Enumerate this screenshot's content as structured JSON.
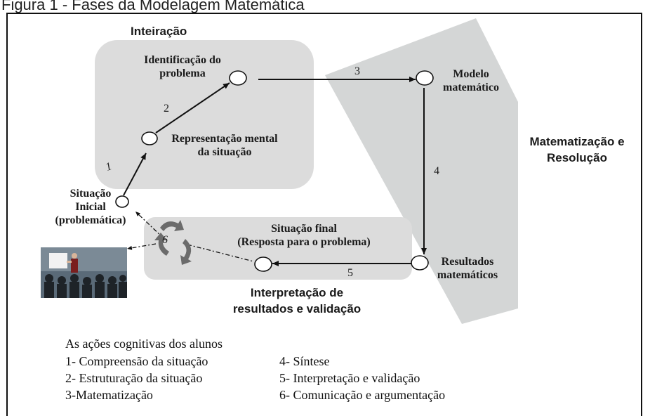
{
  "caption": "Figura 1 - Fases da Modelagem Matemática",
  "phases": {
    "inteiracao": "Inteiração",
    "matematizacao_line1": "Matematização e",
    "matematizacao_line2": "Resolução",
    "interpretacao_line1": "Interpretação de",
    "interpretacao_line2": "resultados e validação"
  },
  "nodes": {
    "situacao_inicial": [
      "Situação",
      "Inicial",
      "(problemática)"
    ],
    "representacao": [
      "Representação mental",
      "da situação"
    ],
    "identificacao": [
      "Identificação do",
      "problema"
    ],
    "modelo": [
      "Modelo",
      "matemático"
    ],
    "resultados": [
      "Resultados",
      "matemáticos"
    ],
    "situacao_final": [
      "Situação final",
      "(Resposta para o problema)"
    ]
  },
  "edges": [
    "1",
    "2",
    "3",
    "4",
    "5",
    "6"
  ],
  "legend": {
    "title": "As ações cognitivas dos alunos",
    "left": [
      "1- Compreensão da situação",
      "2- Estruturação da situação",
      "3-Matematização"
    ],
    "right": [
      "4- Síntese",
      "5- Interpretação e validação",
      "6- Comunicação e argumentação"
    ]
  },
  "colors": {
    "panel_fill": "#dcdcdc",
    "stroke": "#111111",
    "parallelogram_fill": "#d4d6d6"
  },
  "icons": [
    "classroom-presentation-icon",
    "cycle-arrows-icon"
  ]
}
